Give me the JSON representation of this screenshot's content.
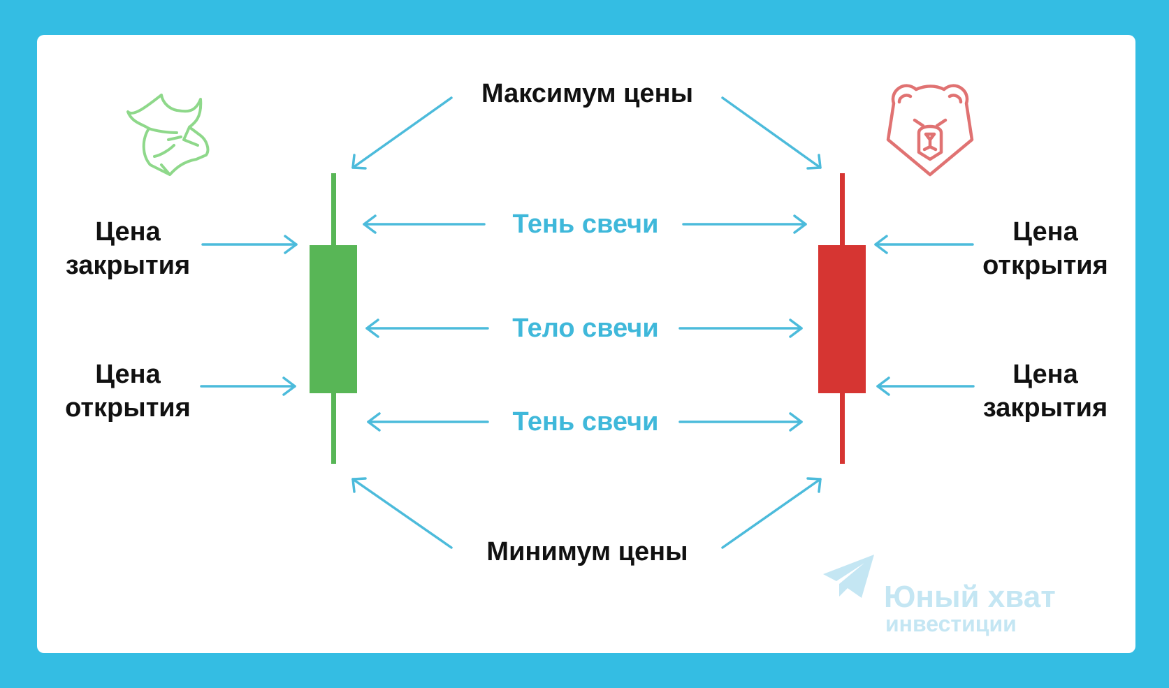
{
  "labels": {
    "max_price": "Максимум цены",
    "min_price": "Минимум цены",
    "shadow_top": "Тень свечи",
    "body": "Тело свечи",
    "shadow_bottom": "Тень свечи",
    "left_close": [
      "Цена",
      "закрытия"
    ],
    "left_open": [
      "Цена",
      "открытия"
    ],
    "right_open": [
      "Цена",
      "открытия"
    ],
    "right_close": [
      "Цена",
      "закрытия"
    ]
  },
  "watermark": {
    "title": "Юный хват",
    "subtitle": "инвестиции"
  },
  "icons": {
    "bull": "bull-head-icon",
    "bear": "bear-head-icon",
    "watermark_logo": "paper-plane-icon"
  },
  "colors": {
    "frame": "#34bde3",
    "bull": "#58b656",
    "bear": "#d63532",
    "arrow": "#4cbbdb",
    "bull_icon": "#8ed88a",
    "bear_icon": "#e07272"
  }
}
